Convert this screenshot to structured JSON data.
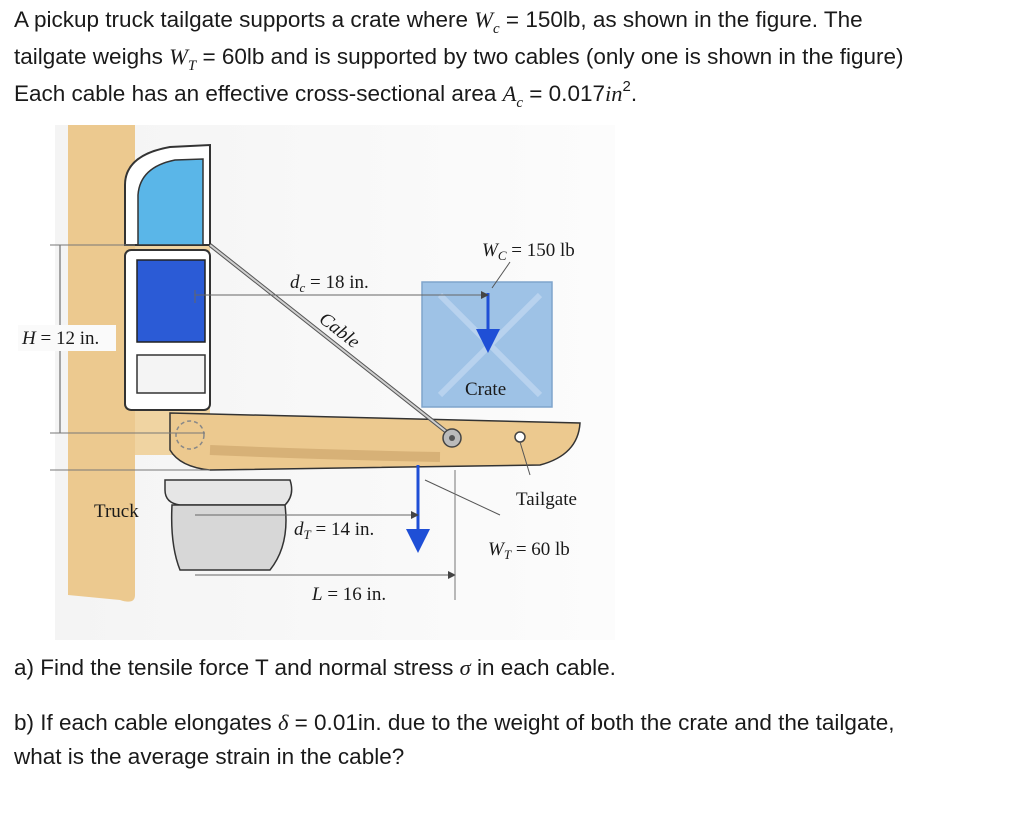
{
  "problem": {
    "line1_a": "A pickup truck tailgate supports a crate where ",
    "wc_sym": "W",
    "wc_sub": "c",
    "line1_b": " = 150lb, as shown in the figure. The",
    "line2_a": "tailgate weighs ",
    "wt_sym": "W",
    "wt_sub": "T",
    "line2_b": " = 60lb and is supported by two cables (only one is shown in the figure)",
    "line3_a": "Each cable has an effective cross-sectional area ",
    "ac_sym": "A",
    "ac_sub": "c",
    "line3_b": " = 0.017",
    "ac_unit": "in",
    "ac_exp": "2",
    "line3_end": "."
  },
  "figure": {
    "wc_label": "W",
    "wc_label_sub": "C",
    "wc_label_val": " = 150 lb",
    "dc_label": "d",
    "dc_sub": "c",
    "dc_val": " = 18 in.",
    "cable_label": "Cable",
    "h_label": "H",
    "h_val": " = 12 in.",
    "crate_label": "Crate",
    "tailgate_label": "Tailgate",
    "truck_label": "Truck",
    "dt_label": "d",
    "dt_sub": "T",
    "dt_val": " = 14 in.",
    "wt_label": "W",
    "wt_label_sub": "T",
    "wt_label_val": " = 60 lb",
    "l_label": "L",
    "l_val": " = 16 in.",
    "colors": {
      "truck_body": "#ecc98f",
      "window_blue": "#5ab6e8",
      "taillight_blue": "#2b5bd6",
      "crate_blue": "#9ec2e6",
      "force_arrow": "#1f4fd6"
    }
  },
  "questions": {
    "a_text_1": "a) Find the tensile force T and normal stress ",
    "a_sigma": "σ",
    "a_text_2": " in each cable.",
    "b_text_1": "b) If each cable elongates ",
    "b_delta": "δ",
    "b_text_2": " = 0.01in. due to the weight of both the crate and the tailgate,",
    "b_line2": "what is the average strain in the cable?"
  }
}
